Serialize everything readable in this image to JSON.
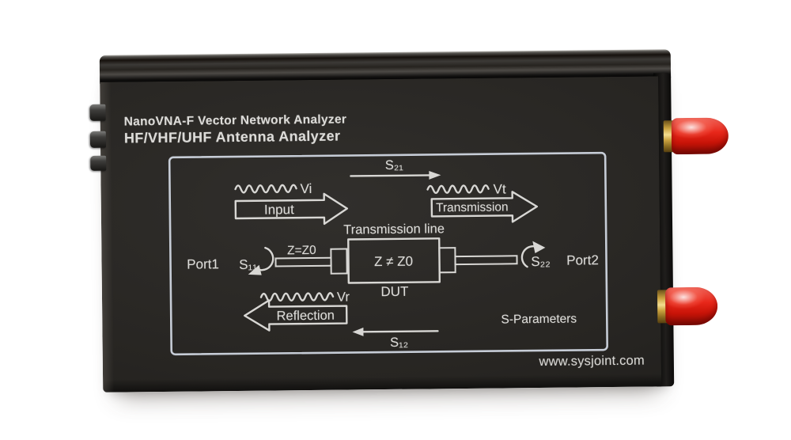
{
  "device": {
    "product": "nanovna-f-analyzer",
    "titles": {
      "line1": "NanoVNA-F Vector Network Analyzer",
      "line2": "HF/VHF/UHF Antenna Analyzer"
    },
    "diagram": {
      "s21": "S₂₁",
      "s12": "S₁₂",
      "s11": "S₁₁",
      "s22": "S₂₂",
      "vi": "Vi",
      "vt": "Vt",
      "vr": "Vr",
      "input": "Input",
      "transmission": "Transmission",
      "reflection": "Reflection",
      "transmission_line": "Transmission line",
      "z_equal": "Z=Z0",
      "z_not_equal": "Z ≠ Z0",
      "dut": "DUT",
      "port1": "Port1",
      "port2": "Port2",
      "s_parameters": "S-Parameters"
    },
    "website": "www.sysjoint.com",
    "hardware": {
      "side_button_count": 3,
      "sma_connector_count": 2
    },
    "colors": {
      "background": "#ffffff",
      "case_body": "#272522",
      "panel_text": "#dcdbd8",
      "diagram_border": "#c6ccd6",
      "sma_cap_red": "#e8271a",
      "sma_base_gold": "#caa23f"
    }
  }
}
